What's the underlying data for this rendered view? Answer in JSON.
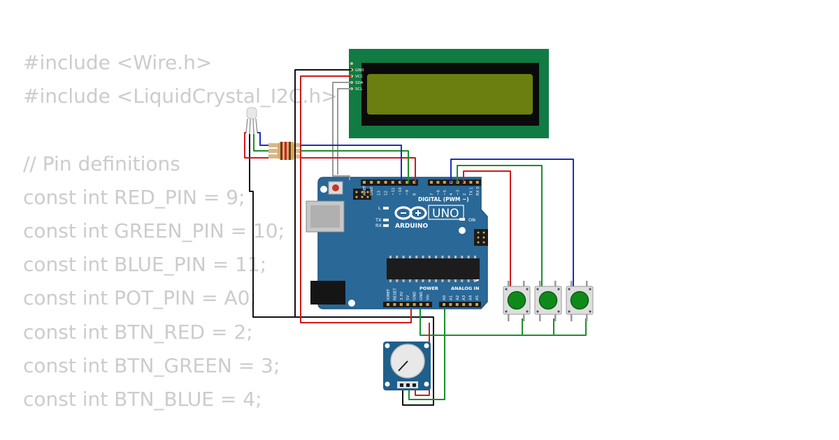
{
  "code_lines": [
    "#include <Wire.h>",
    "#include <LiquidCrystal_I2C.h>",
    "",
    "// Pin definitions",
    "const int RED_PIN = 9;",
    "const int GREEN_PIN = 10;",
    "const int BLUE_PIN = 11;",
    "const int POT_PIN = A0;",
    "const int BTN_RED = 2;",
    "const int BTN_GREEN = 3;",
    "const int BTN_BLUE = 4;"
  ],
  "lcd": {
    "pins": [
      "GND",
      "VCC",
      "SDA",
      "SCL"
    ],
    "colors": {
      "board": "#117b43",
      "bezel": "#0a0a0a",
      "screen": "#6a7f10"
    }
  },
  "arduino": {
    "model": "UNO",
    "brand": "ARDUINO",
    "digital_header": "DIGITAL (PWM ~)",
    "power_header": "POWER",
    "analog_header": "ANALOG IN",
    "digital_pin_labels_left": [
      "AREF",
      "GND",
      "13",
      "12",
      "~11",
      "~10",
      "~9",
      "8"
    ],
    "digital_pin_labels_right": [
      "7",
      "~6",
      "~5",
      "4",
      "~3",
      "2",
      "TX 1",
      "RX 0"
    ],
    "power_pin_labels": [
      "IOREF",
      "RESET",
      "3.3V",
      "5V",
      "GND",
      "GND",
      "Vin"
    ],
    "analog_pin_labels": [
      "A0",
      "A1",
      "A2",
      "A3",
      "A4",
      "A5"
    ],
    "led_labels": [
      "L",
      "TX",
      "RX",
      "ON"
    ],
    "colors": {
      "board": "#2a6897",
      "edge": "#1f5680",
      "silk": "#ffffff"
    }
  },
  "buttons": [
    {
      "name": "red-button",
      "cap": "#0f8a1a"
    },
    {
      "name": "green-button",
      "cap": "#0f8a1a"
    },
    {
      "name": "blue-button",
      "cap": "#0f8a1a"
    }
  ],
  "wire_colors": {
    "black": "#111111",
    "red": "#d11a1a",
    "green": "#1a8f2a",
    "blue": "#1a2fb8",
    "gray": "#9a9a9a"
  }
}
